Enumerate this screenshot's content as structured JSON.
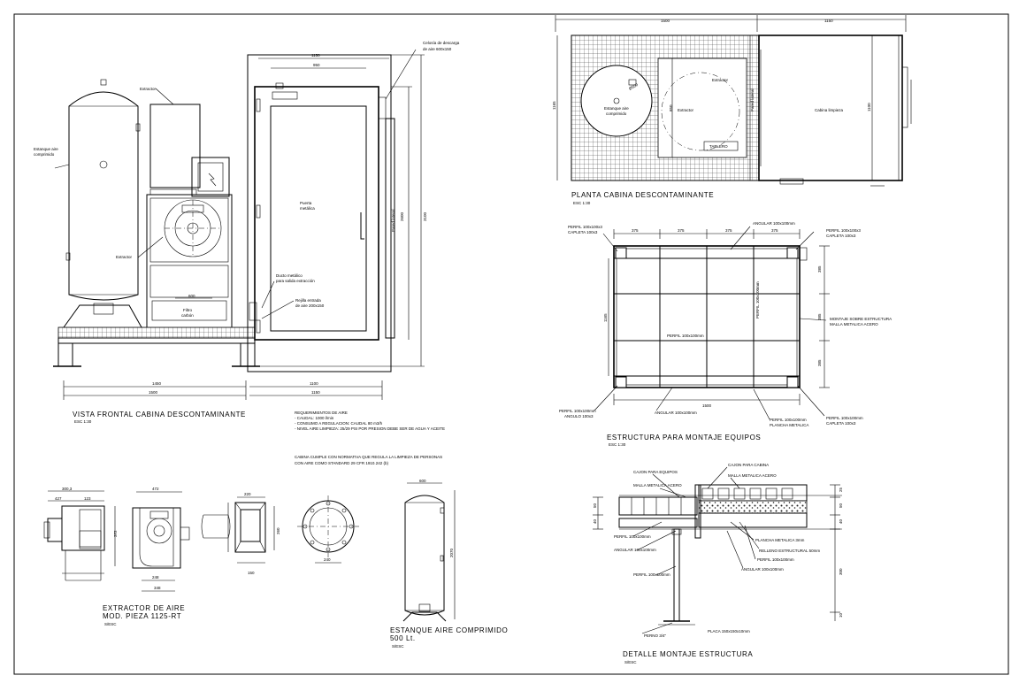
{
  "front": {
    "title": "VISTA FRONTAL CABINA DESCONTAMINANTE",
    "scale": "ESC 1:30",
    "tank_label_1": "Estanque aire",
    "tank_label_2": "comprimido",
    "cabinet_label": "Extractor",
    "blower_label": "Extractor",
    "dim_600": "600",
    "filter_label_1": "Filtro",
    "filter_label_2": "carbón",
    "dim_1150_top": "1150",
    "dim_950": "950",
    "grille_label_1": "Celosía de descarga",
    "grille_label_2": "de aire 600x150",
    "door_label_1": "Puerta",
    "door_label_2": "metálica",
    "access_label_1": "Ducto metálico",
    "access_label_2": "para salida extracción",
    "vent_label_1": "Rejilla entrada",
    "vent_label_2": "de aire 200x150",
    "dim_2600": "2600",
    "dim_3100": "3100",
    "side_label": "Pared lateral",
    "dim_1450": "1450",
    "dim_1500": "1500",
    "dim_1100": "1100",
    "dim_1150_bottom": "1150"
  },
  "notes": {
    "line1": "REQUERIMIENTOS DE AIRE",
    "line2": "- CAUDAL: 1000 l/min",
    "line3": "- CONSUMO A REGULACION: CAUDAL 80 m3/h",
    "line4": "- NIVEL AIRE LIMPIEZA: 25/29 PSI POR PRESION DEBE SER DE AGUA Y ACEITE",
    "line5": "CABINA CUMPLE CON NORMATIVA QUE REGULA LA LIMPIEZA DE PERSONAS",
    "line6": "CON AIRE COMO STANDARD 29 CFR 1910.242 (b)"
  },
  "plan": {
    "title": "PLANTA CABINA DESCONTAMINANTE",
    "scale": "ESC 1:30",
    "dim_1500": "1500",
    "dim_1150": "1150",
    "dim_1165": "1165",
    "tank_label_1": "Estanque aire",
    "tank_label_2": "comprimido",
    "dim_500": "Ø500",
    "extractor_label": "Extractor",
    "blower_label": "Extractor",
    "dim_850": "850",
    "panel_label": "TABLERO",
    "cabin_label": "Cabina limpieza",
    "dim_1100": "1100",
    "side_label": "Pared lateral"
  },
  "structure": {
    "title": "ESTRUCTURA PARA MONTAJE EQUIPOS",
    "scale": "ESC 1:30",
    "label_tl_1": "PERFIL 100x100x3",
    "label_tl_2": "CAPLETA 100x3",
    "label_top_angle": "ANGULAR 100x100mm",
    "label_tr_1": "PERFIL 100x100x3",
    "label_tr_2": "CAPLETA 100x3",
    "dim_375_1": "375",
    "dim_375_2": "375",
    "dim_375_3": "375",
    "dim_375_4": "375",
    "dim_1165": "1165",
    "dim_385_1": "385",
    "dim_385_2": "385",
    "dim_385_3": "385",
    "label_right_1": "MONTAJE SOBRE ESTRUCTURA",
    "label_right_2": "MALLA METALICA ACERO",
    "label_profile": "PERFIL 100x100mm",
    "label_profile_v": "PERFIL 100x100mm",
    "dim_1500": "1500",
    "label_bl_1": "PERFIL 100x100mm",
    "label_bl_2": "ANGULO 100x3",
    "label_bottom_angle": "ANGULAR 100x100mm",
    "label_bottom_1": "PERFIL 100x100mm",
    "label_bottom_2": "PLANCHA METALICA",
    "label_br_1": "PERFIL 100x100mm",
    "label_br_2": "CAPLETA 100x3"
  },
  "extractor": {
    "title_1": "EXTRACTOR DE AIRE",
    "title_2": "MOD. PIEZA 1125-RT",
    "scale": "S/ESC",
    "dim_3003": "300,3",
    "dim_427": "427",
    "dim_123": "123",
    "dim_472": "472",
    "dim_372": "372",
    "dim_248": "248",
    "dim_348": "348",
    "dim_220": "220",
    "dim_260": "260",
    "dim_150": "150",
    "dim_240": "240"
  },
  "tank": {
    "title_1": "ESTANQUE AIRE COMPRIMIDO",
    "title_2": "500 Lt.",
    "scale": "S/ESC",
    "dim_600": "600",
    "dim_2070": "2070"
  },
  "detail": {
    "title": "DETALLE MONTAJE ESTRUCTURA",
    "scale": "S/ESC",
    "label_left_box": "CAJON PARA EQUIPOS",
    "label_left_grating": "MALLA METALICA ACERO",
    "label_right_box": "CAJON PARA CABINA",
    "label_right_grating": "MALLA METALICA ACERO",
    "label_profile_1": "PERFIL 100x100mm",
    "label_angle_1": "ANGULAR 100x100mm",
    "label_profile_2": "PERFIL 100x100mm",
    "label_plank": "PLANCHA METALICA 3mm",
    "label_concrete": "RELLENO ESTRUCTURAL 50mm",
    "label_profile_3": "PERFIL 100x100mm",
    "label_angle_2": "ANGULAR 100x100mm",
    "label_anchor": "PERNO 3/4\"",
    "label_plate": "PLACA 150x150x10mm",
    "dim_50": "50",
    "dim_40_left": "40",
    "dim_25": "25",
    "dim_50_right": "50",
    "dim_40_right": "40",
    "dim_300": "300",
    "dim_10": "10"
  }
}
